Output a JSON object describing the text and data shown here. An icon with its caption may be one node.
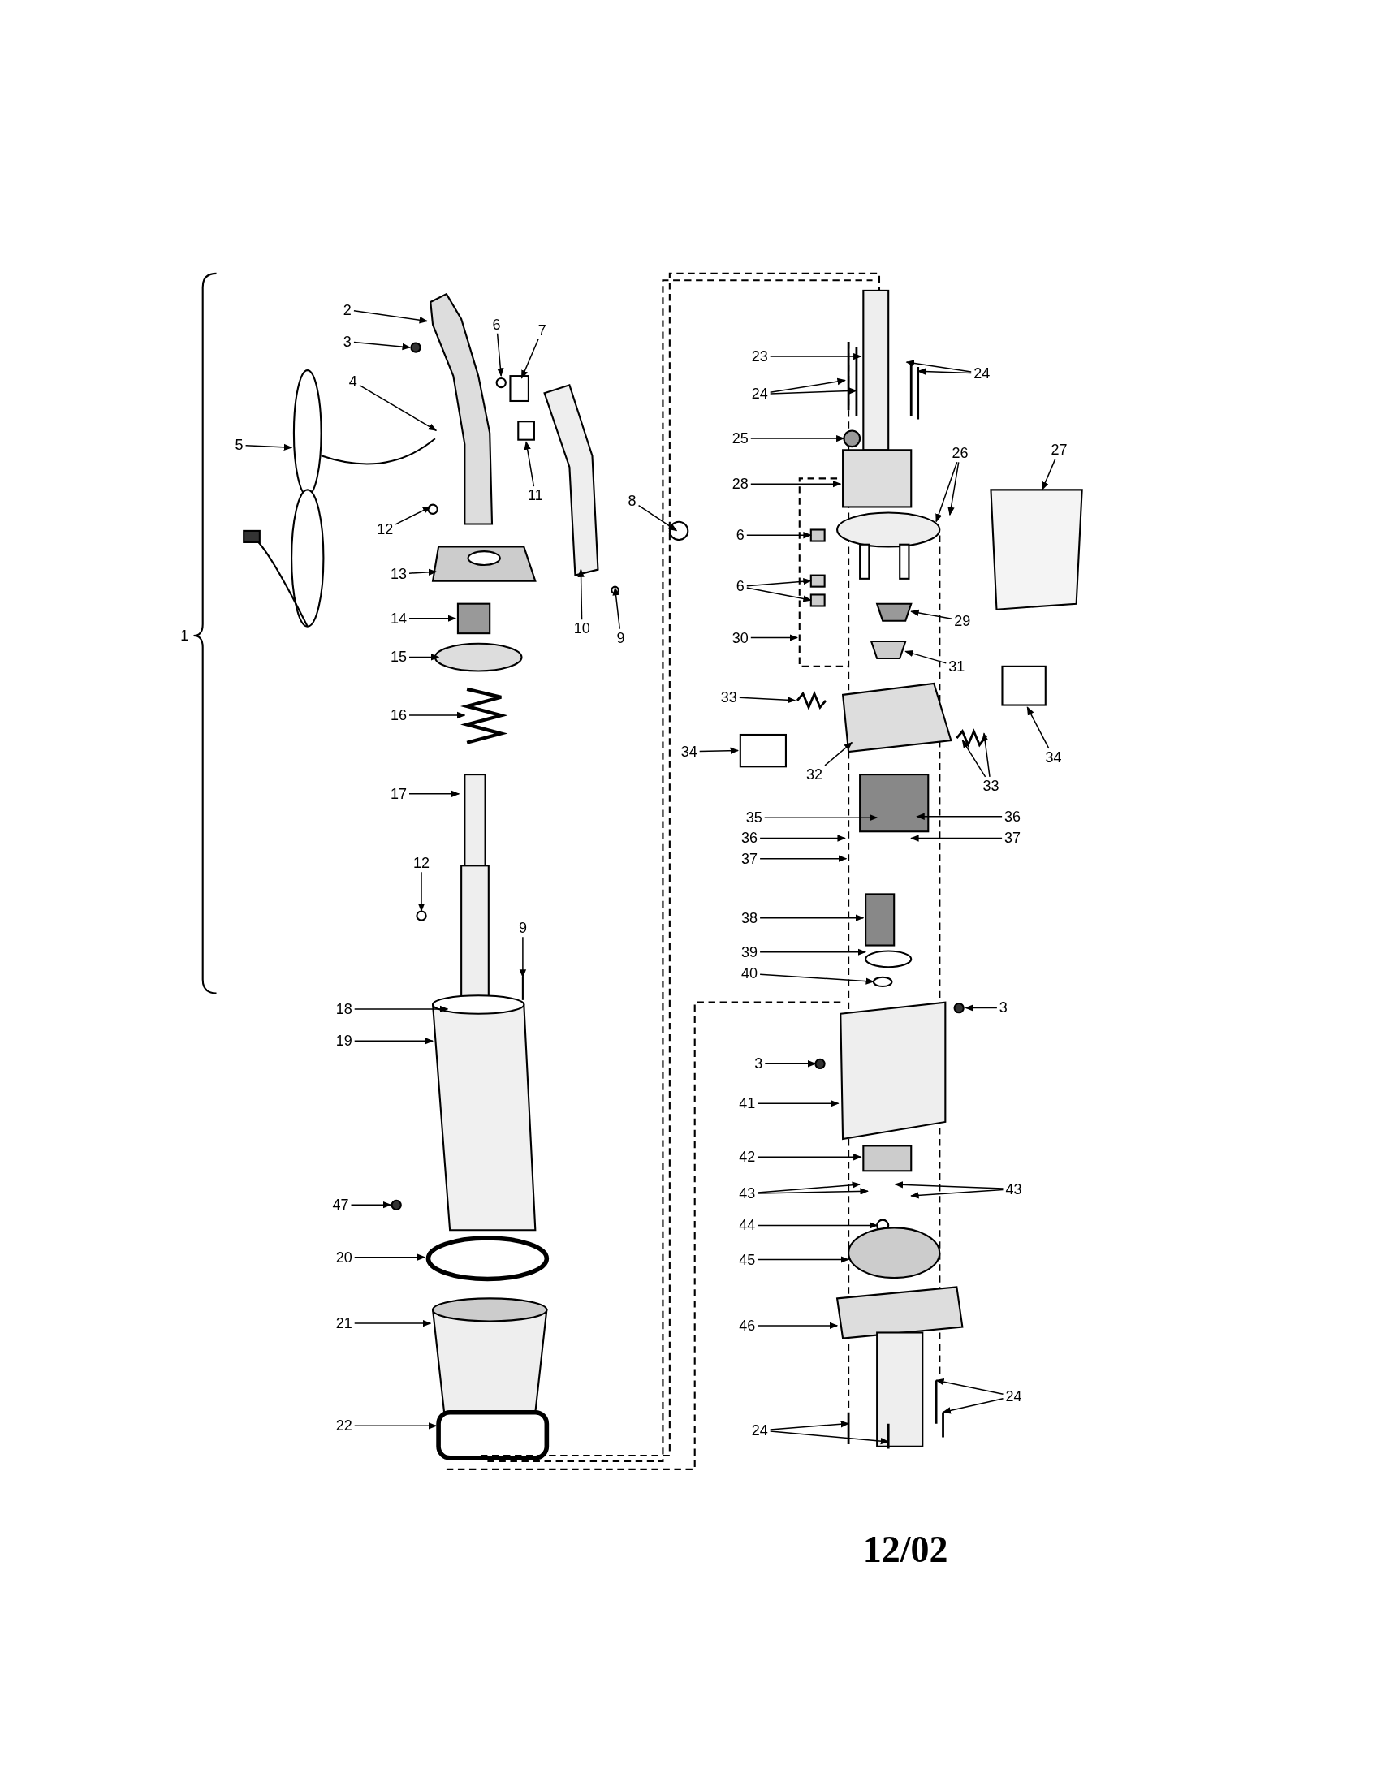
{
  "diagram": {
    "nodes": [
      {
        "text": [
          "2"
        ]
      },
      {
        "text": [
          "3"
        ]
      },
      {
        "text": [
          "4"
        ]
      },
      {
        "text": [
          "6"
        ]
      },
      {
        "text": [
          "7"
        ]
      },
      {
        "text": [
          "5"
        ]
      },
      {
        "text": [
          "11"
        ]
      },
      {
        "text": [
          "12"
        ]
      },
      {
        "text": [
          "13"
        ]
      },
      {
        "text": [
          "8"
        ]
      },
      {
        "text": [
          "10"
        ]
      },
      {
        "text": [
          "9"
        ]
      },
      {
        "text": [
          "14"
        ]
      },
      {
        "text": [
          "15"
        ]
      },
      {
        "text": [
          "16"
        ]
      },
      {
        "text": [
          "17"
        ]
      },
      {
        "text": [
          "12"
        ]
      },
      {
        "text": [
          "9"
        ]
      },
      {
        "text": [
          "18"
        ]
      },
      {
        "text": [
          "19"
        ]
      },
      {
        "text": [
          "47"
        ]
      },
      {
        "text": [
          "20"
        ]
      },
      {
        "text": [
          "21"
        ]
      },
      {
        "text": [
          "22"
        ]
      },
      {
        "text": [
          "23"
        ]
      },
      {
        "text": [
          "24"
        ]
      },
      {
        "text": [
          "24"
        ]
      },
      {
        "text": [
          "25"
        ]
      },
      {
        "text": [
          "26"
        ]
      },
      {
        "text": [
          "27"
        ]
      },
      {
        "text": [
          "28"
        ]
      },
      {
        "text": [
          "6"
        ]
      },
      {
        "text": [
          "6"
        ]
      },
      {
        "text": [
          "29"
        ]
      },
      {
        "text": [
          "30"
        ]
      },
      {
        "text": [
          "31"
        ]
      },
      {
        "text": [
          "33"
        ]
      },
      {
        "text": [
          "34"
        ]
      },
      {
        "text": [
          "32"
        ]
      },
      {
        "text": [
          "33"
        ]
      },
      {
        "text": [
          "34"
        ]
      },
      {
        "text": [
          "35"
        ]
      },
      {
        "text": [
          "36"
        ]
      },
      {
        "text": [
          "37"
        ]
      },
      {
        "text": [
          "36"
        ]
      },
      {
        "text": [
          "37"
        ]
      },
      {
        "text": [
          "38"
        ]
      },
      {
        "text": [
          "39"
        ]
      },
      {
        "text": [
          "40"
        ]
      },
      {
        "text": [
          "3"
        ]
      },
      {
        "text": [
          "3"
        ]
      },
      {
        "text": [
          "41"
        ]
      },
      {
        "text": [
          "42"
        ]
      },
      {
        "text": [
          "43"
        ]
      },
      {
        "text": [
          "43"
        ]
      },
      {
        "text": [
          "44"
        ]
      },
      {
        "text": [
          "45"
        ]
      },
      {
        "text": [
          "46"
        ]
      },
      {
        "text": [
          "24"
        ]
      },
      {
        "text": [
          "24"
        ]
      }
    ],
    "edges": [
      {
        "from": 0,
        "to": null,
        "arrow": "to"
      },
      {
        "from": 1,
        "to": null,
        "arrow": "to"
      },
      {
        "from": 2,
        "to": null,
        "arrow": "to"
      },
      {
        "from": 3,
        "to": null,
        "arrow": "to"
      },
      {
        "from": 4,
        "to": null,
        "arrow": "to"
      },
      {
        "from": 5,
        "to": null,
        "arrow": "to"
      },
      {
        "from": 6,
        "to": null,
        "arrow": "to"
      },
      {
        "from": 7,
        "to": null,
        "arrow": "to"
      },
      {
        "from": 8,
        "to": null,
        "arrow": "to"
      },
      {
        "from": 9,
        "to": null,
        "arrow": "to"
      },
      {
        "from": 10,
        "to": null,
        "arrow": "to"
      },
      {
        "from": 11,
        "to": null,
        "arrow": "to"
      },
      {
        "from": 12,
        "to": null,
        "arrow": "to"
      },
      {
        "from": 13,
        "to": null,
        "arrow": "to"
      },
      {
        "from": 14,
        "to": null,
        "arrow": "to"
      },
      {
        "from": 15,
        "to": null,
        "arrow": "to"
      },
      {
        "from": 16,
        "to": null,
        "arrow": "to"
      },
      {
        "from": 17,
        "to": null,
        "arrow": "to"
      },
      {
        "from": 18,
        "to": null,
        "arrow": "to"
      },
      {
        "from": 19,
        "to": null,
        "arrow": "to"
      },
      {
        "from": 20,
        "to": null,
        "arrow": "to"
      },
      {
        "from": 21,
        "to": null,
        "arrow": "to"
      },
      {
        "from": 22,
        "to": null,
        "arrow": "to"
      },
      {
        "from": 23,
        "to": null,
        "arrow": "to"
      },
      {
        "from": 24,
        "to": null,
        "arrow": "to"
      },
      {
        "from": 25,
        "to": null,
        "arrow": "to"
      },
      {
        "from": 25,
        "to": null,
        "arrow": "to"
      },
      {
        "from": 26,
        "to": null,
        "arrow": "to"
      },
      {
        "from": 26,
        "to": null,
        "arrow": "to"
      },
      {
        "from": 27,
        "to": null,
        "arrow": "to"
      },
      {
        "from": 28,
        "to": null,
        "arrow": "to"
      },
      {
        "from": 28,
        "to": null,
        "arrow": "to"
      },
      {
        "from": 29,
        "to": null,
        "arrow": "to"
      },
      {
        "from": 30,
        "to": null,
        "arrow": "to"
      },
      {
        "from": 31,
        "to": null,
        "arrow": "to"
      },
      {
        "from": 32,
        "to": null,
        "arrow": "to"
      },
      {
        "from": 32,
        "to": null,
        "arrow": "to"
      },
      {
        "from": 33,
        "to": null,
        "arrow": "to"
      },
      {
        "from": 34,
        "to": null,
        "arrow": "to"
      },
      {
        "from": 35,
        "to": null,
        "arrow": "to"
      },
      {
        "from": 36,
        "to": null,
        "arrow": "to"
      },
      {
        "from": 37,
        "to": null,
        "arrow": "to"
      },
      {
        "from": 38,
        "to": null,
        "arrow": "to"
      },
      {
        "from": 39,
        "to": null,
        "arrow": "to"
      },
      {
        "from": 39,
        "to": null,
        "arrow": "to"
      },
      {
        "from": 40,
        "to": null,
        "arrow": "to"
      },
      {
        "from": 41,
        "to": null,
        "arrow": "to"
      },
      {
        "from": 42,
        "to": null,
        "arrow": "to"
      },
      {
        "from": 43,
        "to": null,
        "arrow": "to"
      },
      {
        "from": 44,
        "to": null,
        "arrow": "to"
      },
      {
        "from": 45,
        "to": null,
        "arrow": "to"
      },
      {
        "from": 46,
        "to": null,
        "arrow": "to"
      },
      {
        "from": 47,
        "to": null,
        "arrow": "to"
      },
      {
        "from": 48,
        "to": null,
        "arrow": "to"
      },
      {
        "from": 49,
        "to": null,
        "arrow": "to"
      },
      {
        "from": 50,
        "to": null,
        "arrow": "to"
      },
      {
        "from": 51,
        "to": null,
        "arrow": "to"
      },
      {
        "from": 52,
        "to": null,
        "arrow": "to"
      },
      {
        "from": 53,
        "to": null,
        "arrow": "to"
      },
      {
        "from": 53,
        "to": null,
        "arrow": "to"
      },
      {
        "from": 54,
        "to": null,
        "arrow": "to"
      },
      {
        "from": 54,
        "to": null,
        "arrow": "to"
      },
      {
        "from": 55,
        "to": null,
        "arrow": "to"
      },
      {
        "from": 56,
        "to": null,
        "arrow": "to"
      },
      {
        "from": 57,
        "to": null,
        "arrow": "to"
      },
      {
        "from": 58,
        "to": null,
        "arrow": "to"
      },
      {
        "from": 58,
        "to": null,
        "arrow": "to"
      },
      {
        "from": 59,
        "to": null,
        "arrow": "to"
      },
      {
        "from": 59,
        "to": null,
        "arrow": "to"
      }
    ],
    "labels": [
      "1",
      "12/02"
    ]
  }
}
